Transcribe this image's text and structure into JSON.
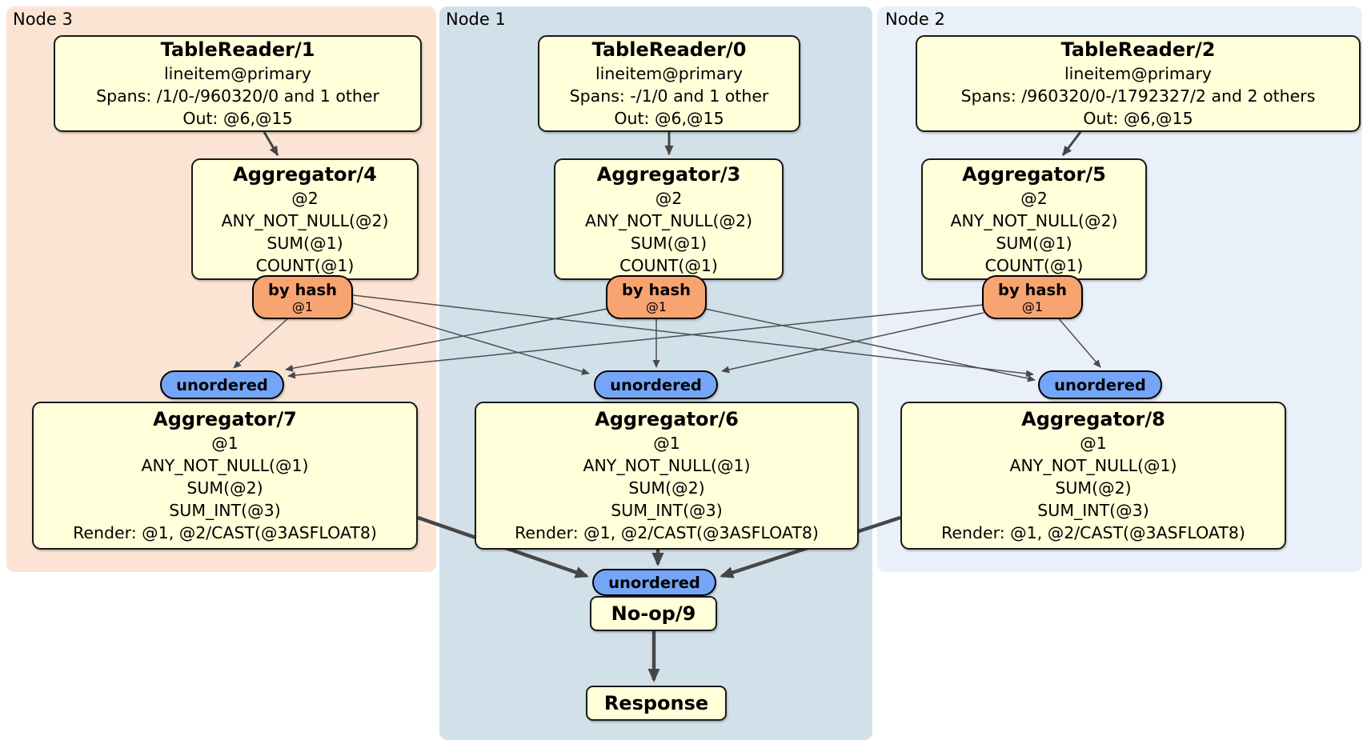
{
  "nodes": {
    "n3": {
      "label": "Node 3",
      "tr": {
        "title": "TableReader/1",
        "lines": [
          "lineitem@primary",
          "Spans: /1/0-/960320/0 and 1 other",
          "Out: @6,@15"
        ]
      },
      "agg_top": {
        "title": "Aggregator/4",
        "lines": [
          "@2",
          "ANY_NOT_NULL(@2)",
          "SUM(@1)",
          "COUNT(@1)"
        ]
      },
      "router": {
        "label": "by hash",
        "detail": "@1"
      },
      "stream": {
        "label": "unordered"
      },
      "agg_bottom": {
        "title": "Aggregator/7",
        "lines": [
          "@1",
          "ANY_NOT_NULL(@1)",
          "SUM(@2)",
          "SUM_INT(@3)",
          "Render: @1, @2/CAST(@3ASFLOAT8)"
        ]
      }
    },
    "n1": {
      "label": "Node 1",
      "tr": {
        "title": "TableReader/0",
        "lines": [
          "lineitem@primary",
          "Spans: -/1/0 and 1 other",
          "Out: @6,@15"
        ]
      },
      "agg_top": {
        "title": "Aggregator/3",
        "lines": [
          "@2",
          "ANY_NOT_NULL(@2)",
          "SUM(@1)",
          "COUNT(@1)"
        ]
      },
      "router": {
        "label": "by hash",
        "detail": "@1"
      },
      "stream": {
        "label": "unordered"
      },
      "agg_bottom": {
        "title": "Aggregator/6",
        "lines": [
          "@1",
          "ANY_NOT_NULL(@1)",
          "SUM(@2)",
          "SUM_INT(@3)",
          "Render: @1, @2/CAST(@3ASFLOAT8)"
        ]
      },
      "final_stream": {
        "label": "unordered"
      },
      "noop": {
        "title": "No-op/9"
      },
      "response": {
        "title": "Response"
      }
    },
    "n2": {
      "label": "Node 2",
      "tr": {
        "title": "TableReader/2",
        "lines": [
          "lineitem@primary",
          "Spans: /960320/0-/1792327/2 and 2 others",
          "Out: @6,@15"
        ]
      },
      "agg_top": {
        "title": "Aggregator/5",
        "lines": [
          "@2",
          "ANY_NOT_NULL(@2)",
          "SUM(@1)",
          "COUNT(@1)"
        ]
      },
      "router": {
        "label": "by hash",
        "detail": "@1"
      },
      "stream": {
        "label": "unordered"
      },
      "agg_bottom": {
        "title": "Aggregator/8",
        "lines": [
          "@1",
          "ANY_NOT_NULL(@1)",
          "SUM(@2)",
          "SUM_INT(@3)",
          "Render: @1, @2/CAST(@3ASFLOAT8)"
        ]
      }
    }
  },
  "colors": {
    "node3-bg": "#fce4d4",
    "node1-bg": "#d2e0ea",
    "node2-bg": "#eaf0f9",
    "box-fill": "#ffffd9",
    "box-border": "#1a1a1a",
    "router-fill": "#f7a470",
    "stream-fill": "#74a5f7",
    "edge": "#4a4a4a"
  }
}
